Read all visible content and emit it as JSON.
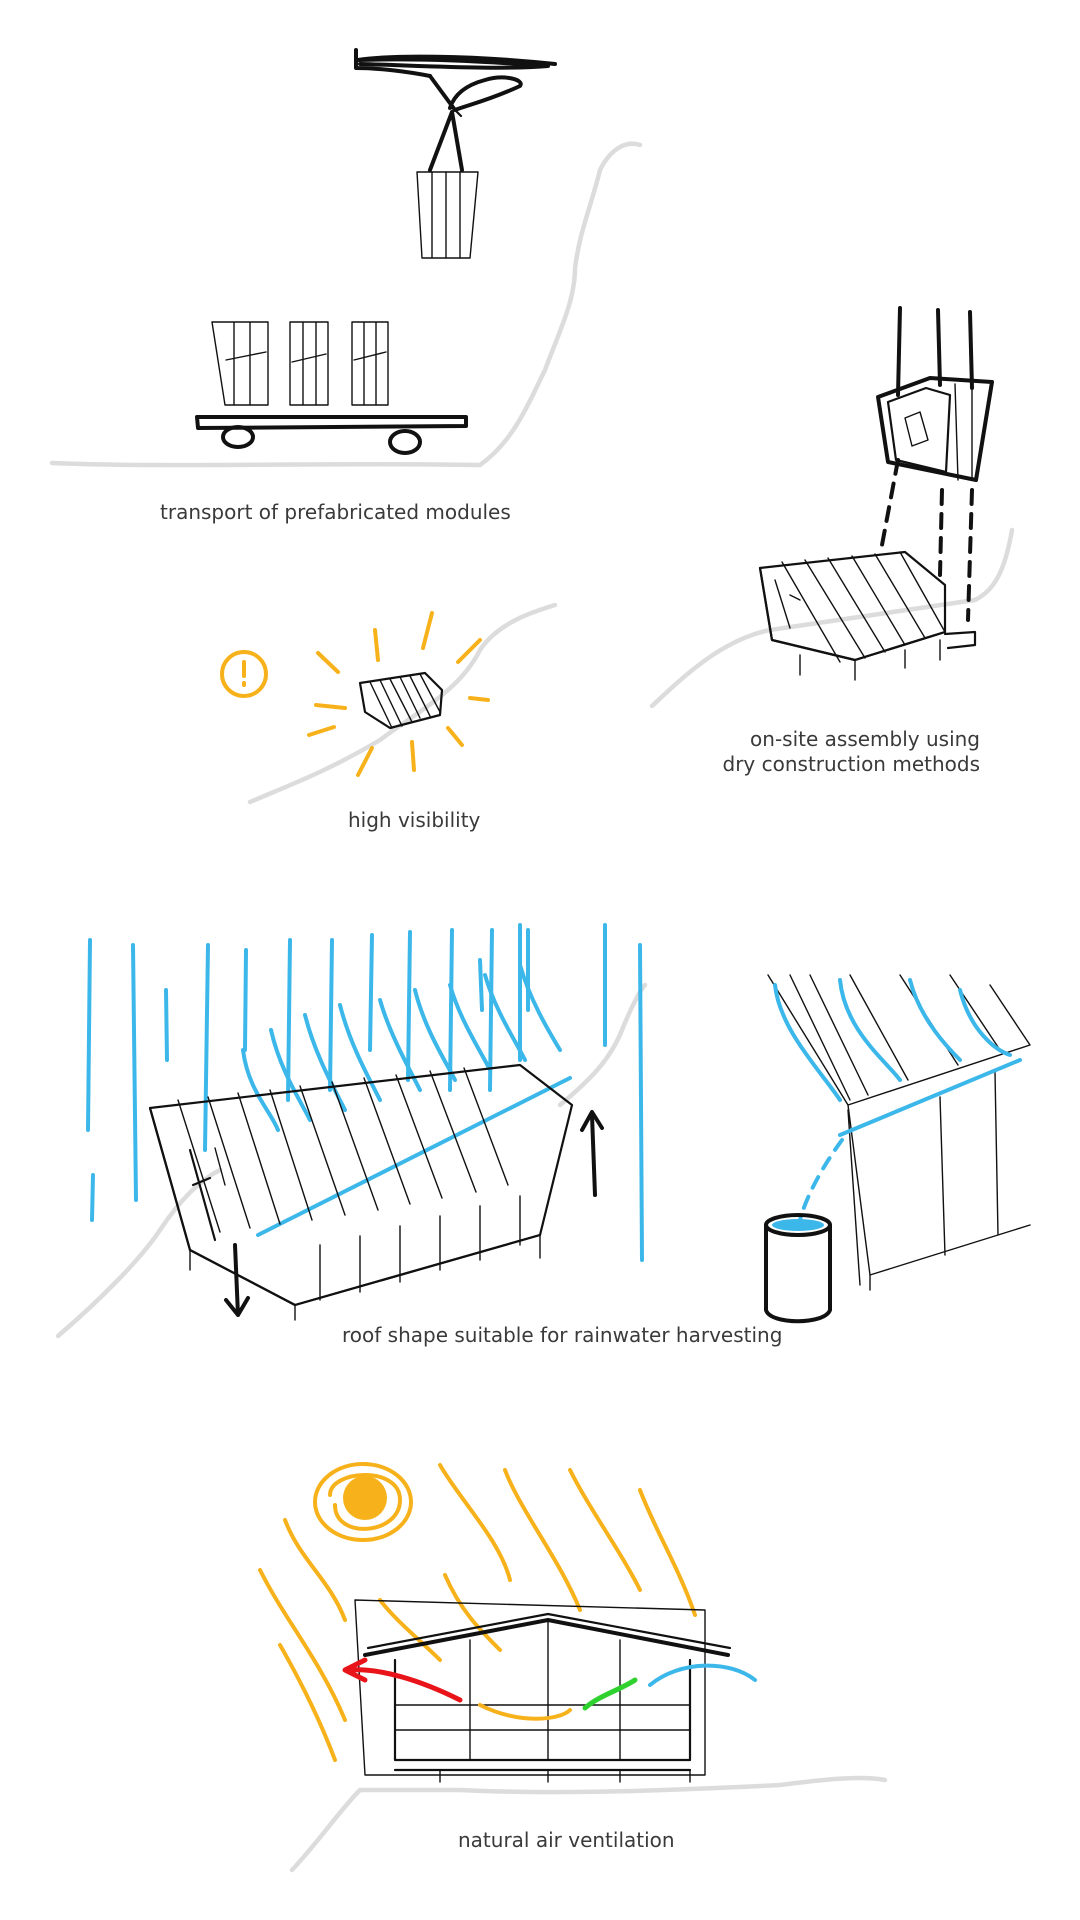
{
  "captions": {
    "transport": "transport of prefabricated modules",
    "assembly_line1": "on-site assembly using",
    "assembly_line2": "dry construction methods",
    "visibility": "high visibility",
    "rainwater": "roof shape suitable for rainwater harvesting",
    "ventilation": "natural air ventilation"
  },
  "colors": {
    "ink": "#111111",
    "ground": "#dcdcdc",
    "rain": "#3cb7ea",
    "sun": "#f7b21b",
    "hot_air": "#e8141a",
    "fresh_air": "#2fd12f",
    "cool_air": "#3cb7ea"
  },
  "icons": [
    "helicopter-icon",
    "truck-icon",
    "crane-module-icon",
    "cabin-icon",
    "sun-icon",
    "warning-icon",
    "barrel-icon",
    "arrow-icon"
  ]
}
